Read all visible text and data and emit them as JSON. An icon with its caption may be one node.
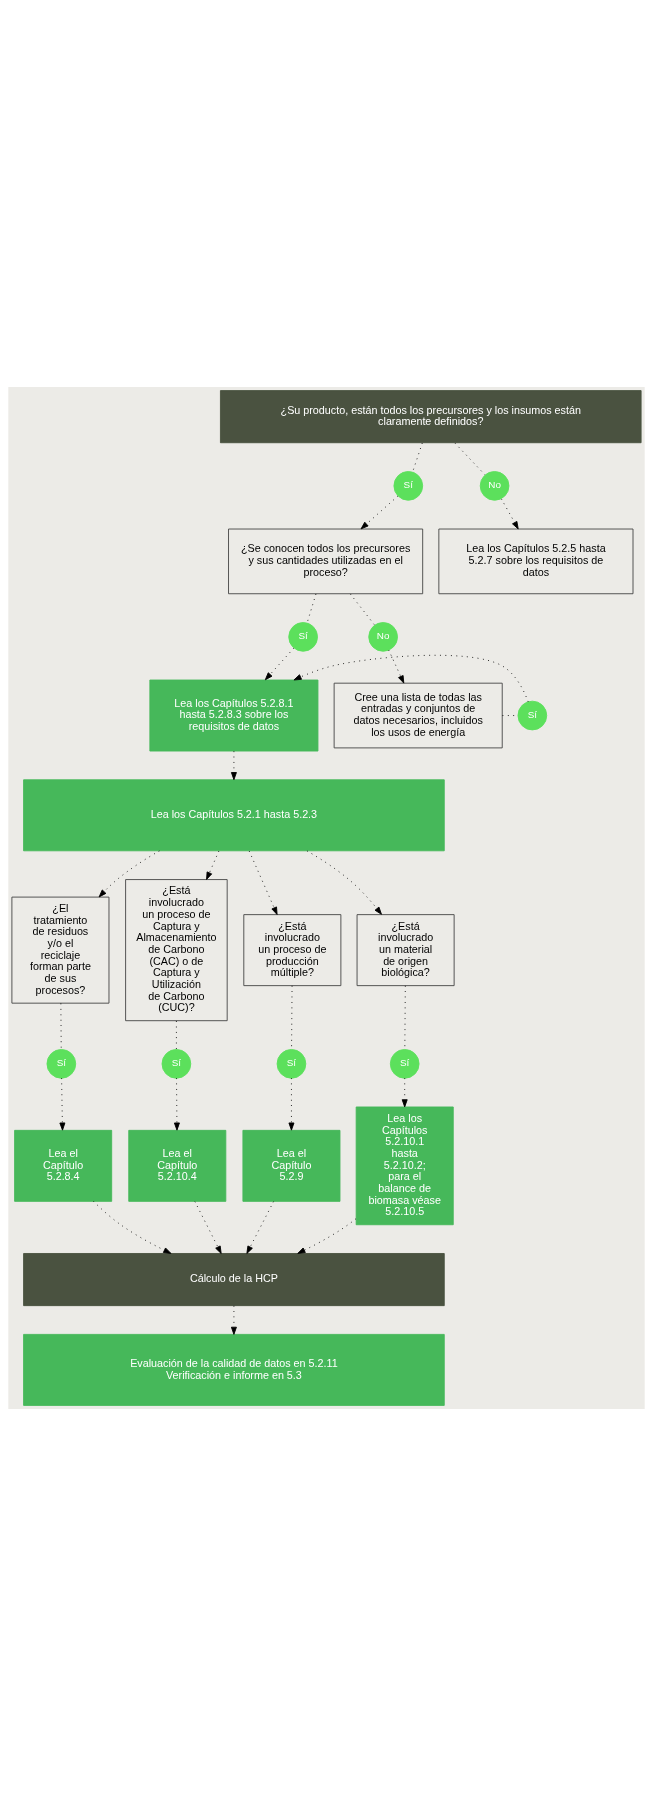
{
  "diagram": {
    "nodes": [
      {
        "text": [
          "¿Su producto, están todos los precursores y los insumos están claramente definidos?"
        ]
      },
      {
        "text": [
          "Sí"
        ]
      },
      {
        "text": [
          "No"
        ]
      },
      {
        "text": [
          "¿Se conocen todos los precursores y sus cantidades utilizadas en el proceso?"
        ]
      },
      {
        "text": [
          "Lea los Capítulos 5.2.5 hasta 5.2.7 sobre los requisitos de datos"
        ]
      },
      {
        "text": [
          "Sí"
        ]
      },
      {
        "text": [
          "No"
        ]
      },
      {
        "text": [
          "Lea los Capítulos 5.2.8.1 hasta 5.2.8.3 sobre los requisitos de datos"
        ]
      },
      {
        "text": [
          "Cree una lista de todas las entradas y conjuntos de datos necesarios, incluidos los usos de energía"
        ]
      },
      {
        "text": [
          "Sí"
        ]
      },
      {
        "text": [
          "Lea los Capítulos 5.2.1 hasta 5.2.3"
        ]
      },
      {
        "text": [
          "¿El tratamiento de residuos y/o el reciclaje forman parte de sus procesos?"
        ]
      },
      {
        "text": [
          "¿Está involucrado un proceso de Captura y Almacenamiento de Carbono (CAC) o de Captura y Utilización de Carbono (CUC)?"
        ]
      },
      {
        "text": [
          "¿Está involucrado un proceso de producción múltiple?"
        ]
      },
      {
        "text": [
          "¿Está involucrado un material de origen biológica?"
        ]
      },
      {
        "text": [
          "Sí"
        ]
      },
      {
        "text": [
          "Sí"
        ]
      },
      {
        "text": [
          "Sí"
        ]
      },
      {
        "text": [
          "Sí"
        ]
      },
      {
        "text": [
          "Lea el Capítulo 5.2.8.4"
        ]
      },
      {
        "text": [
          "Lea el Capítulo 5.2.10.4"
        ]
      },
      {
        "text": [
          "Lea el Capítulo 5.2.9"
        ]
      },
      {
        "text": [
          "Lea los Capítulos 5.2.10.1 hasta 5.2.10.2; para el balance de biomasa véase 5.2.10.5"
        ]
      },
      {
        "text": [
          "Cálculo de la HCP"
        ]
      },
      {
        "text": [
          "Evaluación de la calidad de datos en 5.2.11",
          "Verificación e informe en 5.3"
        ]
      }
    ],
    "edges": [
      {
        "from": 0,
        "to": 1,
        "arrow": "none"
      },
      {
        "from": 1,
        "to": 3,
        "arrow": "to"
      },
      {
        "from": 0,
        "to": 2,
        "arrow": "none"
      },
      {
        "from": 2,
        "to": 4,
        "arrow": "to"
      },
      {
        "from": 3,
        "to": 5,
        "arrow": "none"
      },
      {
        "from": 3,
        "to": 6,
        "arrow": "none"
      },
      {
        "from": 5,
        "to": 7,
        "arrow": "to"
      },
      {
        "from": 6,
        "to": 8,
        "arrow": "to"
      },
      {
        "from": 8,
        "to": 9,
        "arrow": "none"
      },
      {
        "from": 9,
        "to": 7,
        "arrow": "to"
      },
      {
        "from": 7,
        "to": 10,
        "arrow": "to"
      },
      {
        "from": 10,
        "to": 11,
        "arrow": "to"
      },
      {
        "from": 10,
        "to": 12,
        "arrow": "to"
      },
      {
        "from": 10,
        "to": 13,
        "arrow": "to"
      },
      {
        "from": 10,
        "to": 14,
        "arrow": "to"
      },
      {
        "from": 11,
        "to": 15,
        "arrow": "none"
      },
      {
        "from": 15,
        "to": 19,
        "arrow": "to"
      },
      {
        "from": 12,
        "to": 16,
        "arrow": "none"
      },
      {
        "from": 16,
        "to": 20,
        "arrow": "to"
      },
      {
        "from": 13,
        "to": 17,
        "arrow": "none"
      },
      {
        "from": 17,
        "to": 21,
        "arrow": "to"
      },
      {
        "from": 14,
        "to": 18,
        "arrow": "none"
      },
      {
        "from": 18,
        "to": 22,
        "arrow": "to"
      },
      {
        "from": 19,
        "to": 23,
        "arrow": "to"
      },
      {
        "from": 20,
        "to": 23,
        "arrow": "to"
      },
      {
        "from": 21,
        "to": 23,
        "arrow": "to"
      },
      {
        "from": 22,
        "to": 23,
        "arrow": "to"
      },
      {
        "from": 23,
        "to": 24,
        "arrow": "to"
      }
    ]
  }
}
